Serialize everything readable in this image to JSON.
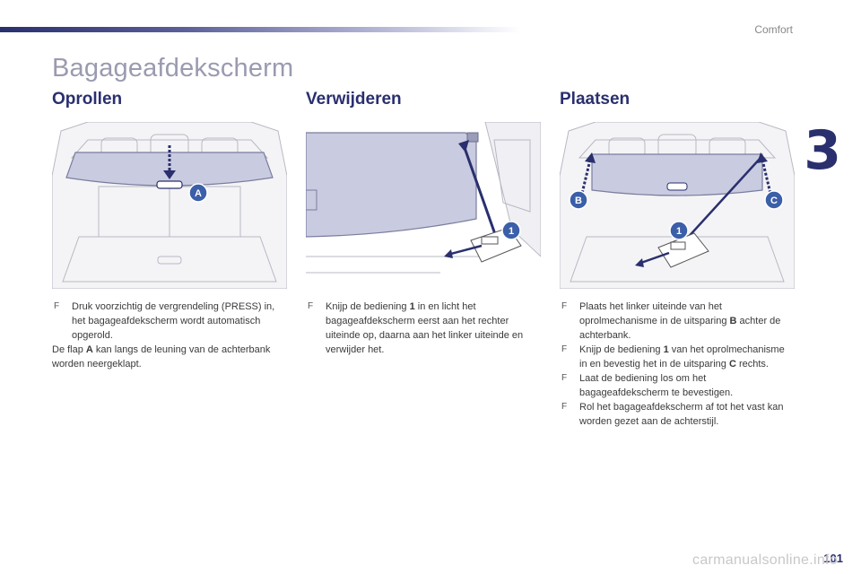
{
  "header": {
    "section": "Comfort",
    "chapter": "3"
  },
  "page_title": "Bagageafdekscherm",
  "columns": [
    {
      "heading": "Oprollen",
      "callouts": [
        "A"
      ],
      "bullets": [
        "Druk voorzichtig de vergrendeling (PRESS) in, het bagageafdekscherm wordt automatisch opgerold."
      ],
      "note_parts": [
        "De flap ",
        "A",
        " kan langs de leuning van de achterbank worden neergeklapt."
      ]
    },
    {
      "heading": "Verwijderen",
      "callouts": [
        "1"
      ],
      "bullet_parts": [
        "Knijp de bediening ",
        "1",
        " in en licht het bagageafdekscherm eerst aan het rechter uiteinde op, daarna aan het linker uiteinde en verwijder het."
      ]
    },
    {
      "heading": "Plaatsen",
      "callouts": [
        "B",
        "1",
        "C"
      ],
      "b1": [
        "Plaats het linker uiteinde van het oprolmechanisme in de uitsparing ",
        "B",
        " achter de achterbank."
      ],
      "b2": [
        "Knijp de bediening ",
        "1",
        " van het oprolmechanisme in en bevestig het in de uitsparing ",
        "C",
        " rechts."
      ],
      "b3": "Laat de bediening los om het bagageafdekscherm te bevestigen.",
      "b4": "Rol het bagageafdekscherm af tot het vast kan worden gezet aan de achterstijl."
    }
  ],
  "bullet_symbol": "F",
  "page_number": "101",
  "watermark": "carmanualsonline.info",
  "colors": {
    "accent": "#2a2f6e",
    "illustration_fill": "#c9cbe0",
    "callout": "#3b5fa8"
  }
}
